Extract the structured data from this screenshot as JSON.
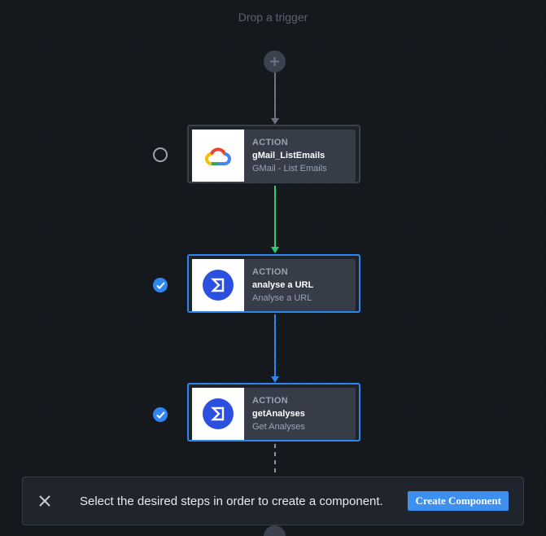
{
  "canvas": {
    "drop_trigger_label": "Drop a trigger"
  },
  "steps": [
    {
      "kind": "ACTION",
      "name": "gMail_ListEmails",
      "subtitle": "GMail - List Emails",
      "icon": "google-cloud-icon",
      "selected": false
    },
    {
      "kind": "ACTION",
      "name": "analyse a URL",
      "subtitle": "Analyse a URL",
      "icon": "sigma-icon",
      "selected": true
    },
    {
      "kind": "ACTION",
      "name": "getAnalyses",
      "subtitle": "Get Analyses",
      "icon": "sigma-icon",
      "selected": true
    }
  ],
  "colors": {
    "accent": "#2f86f0",
    "connector_success": "#2ecc71",
    "connector_default": "#6b7487"
  },
  "bottom_bar": {
    "message": "Select the desired steps in order to create a component.",
    "create_button_label": "Create Component"
  }
}
